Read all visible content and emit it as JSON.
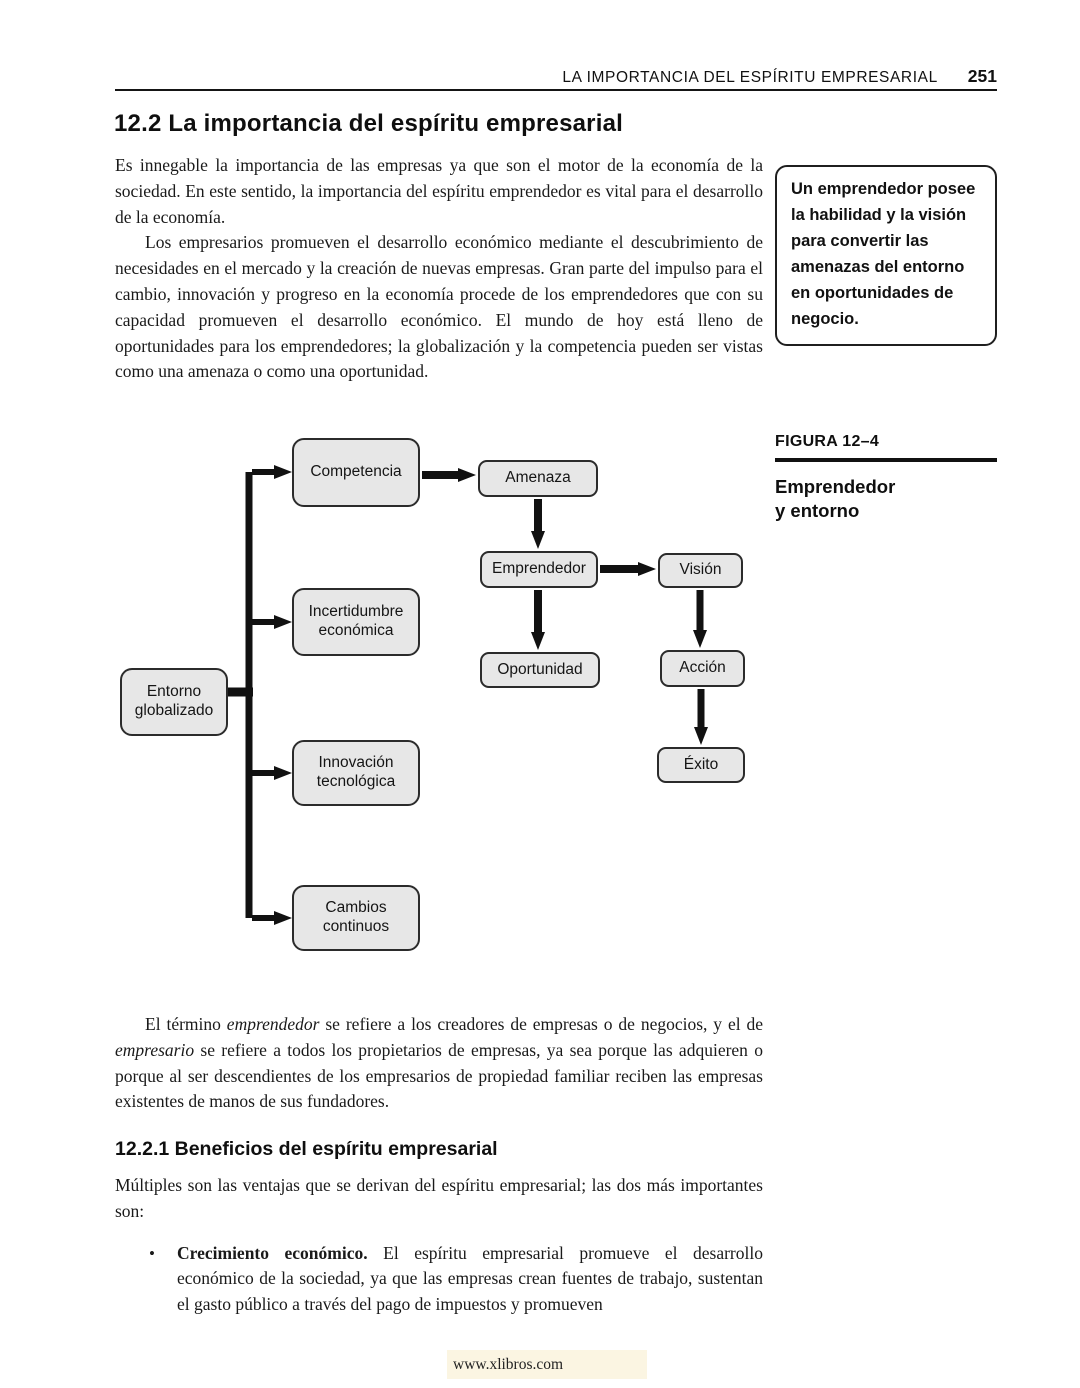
{
  "header": {
    "running_title": "LA IMPORTANCIA DEL ESPÍRITU EMPRESARIAL",
    "page_number": "251"
  },
  "section_title": "12.2 La importancia del espíritu empresarial",
  "intro": {
    "p1": "Es innegable la importancia de las empresas ya que son el motor de la economía de la sociedad. En este sentido, la importancia del espíritu emprendedor es vital para el desarrollo de la economía.",
    "p2": "Los empresarios promueven el desarrollo económico mediante el descubrimiento de necesidades en el mercado y la creación de nuevas empresas. Gran parte del impulso para el cambio, innovación y progreso en la economía procede de los emprendedores que con su capacidad promueven el desarrollo económico. El mundo de hoy está lleno de oportunidades para los emprendedores; la globalización y la competencia pueden ser vistas como una amenaza o como una oportunidad."
  },
  "callout": "Un emprendedor posee la habilidad y la visión para convertir las amenazas del entorno en oportunidades de negocio.",
  "figure": {
    "label": "FIGURA 12–4",
    "caption_line1": "Emprendedor",
    "caption_line2": "y entorno"
  },
  "diagram": {
    "nodes": {
      "entorno": "Entorno globalizado",
      "competencia": "Competencia",
      "incertidumbre": "Incertidumbre económica",
      "innovacion": "Innovación tecnológica",
      "cambios": "Cambios continuos",
      "amenaza": "Amenaza",
      "emprendedor": "Emprendedor",
      "oportunidad": "Oportunidad",
      "vision": "Visión",
      "accion": "Acción",
      "exito": "Éxito"
    }
  },
  "term_paragraph": {
    "s1": "El término ",
    "em1": "emprendedor",
    "s2": " se refiere a los creadores de empresas o de negocios, y el de ",
    "em2": "empresario",
    "s3": " se refiere a todos los propietarios de empresas, ya sea porque las adquieren o porque al ser descendientes de los empresarios de propiedad familiar reciben las empresas existentes de manos de sus fundadores."
  },
  "subsection": {
    "title": "12.2.1 Beneficios del espíritu empresarial",
    "intro": "Múltiples son las ventajas que se derivan del espíritu empresarial; las dos más importantes son:"
  },
  "bullet": {
    "marker": "•",
    "lead": "Crecimiento económico.",
    "text": " El espíritu empresarial promueve el desarrollo económico de la sociedad, ya que las empresas crean fuentes de trabajo, sustentan el gasto público a través del pago de impuestos y promueven"
  },
  "footer": {
    "url": "www.xlibros.com"
  },
  "colors": {
    "box_fill": "#e7e7e7",
    "box_border": "#2b2b2b",
    "rule": "#111111",
    "footer_highlight": "#fbf5e2",
    "text": "#1a1a1a"
  }
}
